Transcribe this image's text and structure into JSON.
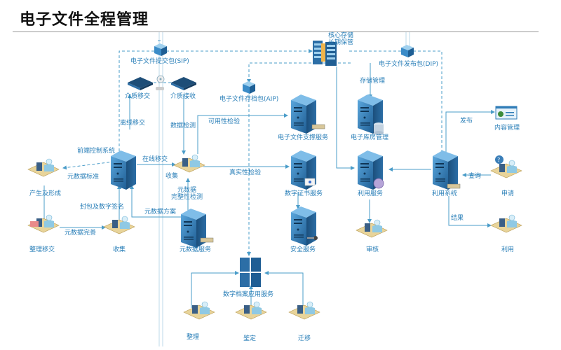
{
  "title": "电子文件全程管理",
  "colors": {
    "accent": "#2a7fb8",
    "line": "#4a9cc9",
    "server_dark": "#1d5a8e",
    "server_light": "#4f9bd4",
    "desk": "#e8d49a",
    "person": "#8fc9e4",
    "title_text": "#111111",
    "rule": "#9a9a9a"
  },
  "packages": {
    "sip": "电子文件提交包(SIP)",
    "aip": "电子文件存档包(AIP)",
    "dip": "电子文件发布包(DIP)"
  },
  "core_storage": {
    "line1": "核心存储",
    "line2": "长期保管"
  },
  "nodes": {
    "front_control": "前端控制系统",
    "produce": "产生及形成",
    "arrange_transfer": "整理移交",
    "collect_left": "收集",
    "collect_center": "收集",
    "media_transfer": "介质移交",
    "media_receive": "介质接收",
    "metadata_service": "元数据服务",
    "support_service": "电子文件支撑服务",
    "cert_service": "数字证书服务",
    "security_service": "安全服务",
    "archive_app_service": "数字档案应用服务",
    "organize": "整理",
    "appraise": "鉴定",
    "migrate": "迁移",
    "warehouse_mgmt": "电子库房管理",
    "use_service": "利用服务",
    "review": "审核",
    "use_system": "利用系统",
    "content_mgmt": "内容管理",
    "apply": "申请",
    "use": "利用"
  },
  "edges": {
    "metadata_standard": "元数据标准",
    "offline_transfer": "离线移交",
    "online_transfer": "在线移交",
    "package_sign": "封包及数字签名",
    "metadata_complete": "元数据完善",
    "metadata_scheme": "元数据方案",
    "data_check": "数据检测",
    "usability_check": "可用性检验",
    "authenticity_check": "真实性检验",
    "metadata_integrity_1": "元数据",
    "metadata_integrity_2": "完整性检测",
    "storage_mgmt": "存储管理",
    "publish": "发布",
    "query": "查询",
    "result": "结果"
  }
}
